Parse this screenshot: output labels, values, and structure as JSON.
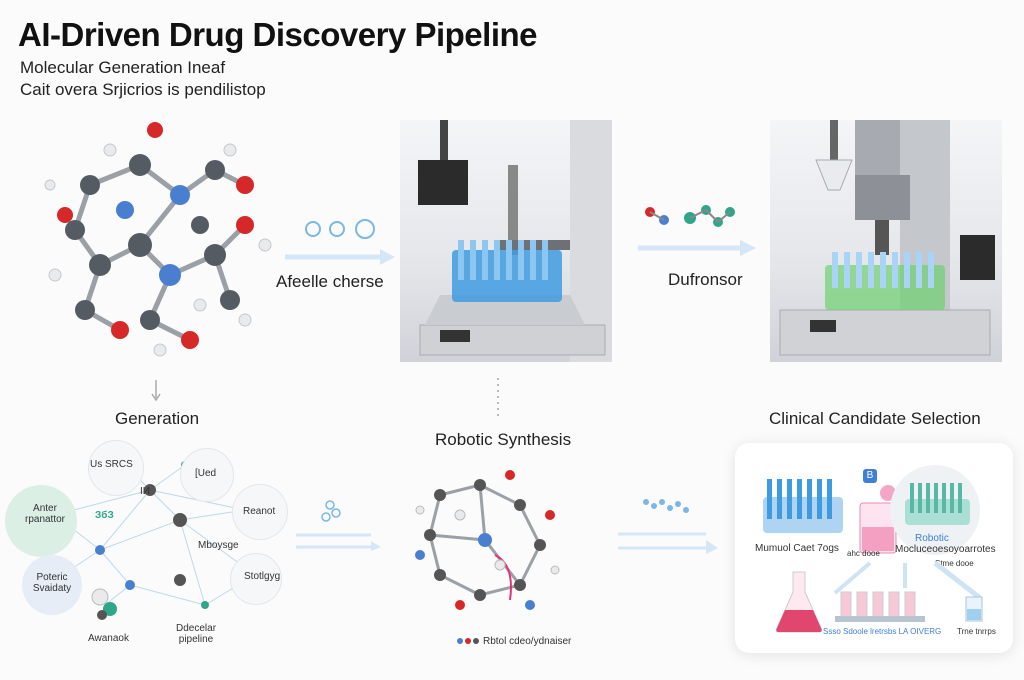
{
  "header": {
    "title": "AI-Driven Drug Discovery Pipeline",
    "subtitle_line1": "Molecular Generation Ineaf",
    "subtitle_line2": "Cait overa Srjicrios is pendilistop"
  },
  "top_row": {
    "arrow1_label": "Afeelle cherse",
    "arrow2_label": "Dufronsor"
  },
  "stages": {
    "generation": "Generation",
    "robotic_synthesis": "Robotic Synthesis",
    "clinical": "Clinical Candidate Selection"
  },
  "network": {
    "node_topleft": "Us SRCS",
    "node_top": "[Ued",
    "node_left": "Anter\nrpanattor",
    "node_right": "Reanot",
    "node_center_label": "Mboysge",
    "node_leftlower": "Poteric\nSvaidaty",
    "node_rightlower": "Stotlgyg",
    "bottom_left": "Awanaok",
    "bottom_right": "Ddecelar\npipeline",
    "mini1": "ЗбЗ",
    "mini2": "IИ"
  },
  "synthesis": {
    "caption": "Rbtol cdeo/ydnaiser"
  },
  "clinical_panel": {
    "label_left": "Mumuol Caet 7ogs",
    "label_mid": "Robotic",
    "label_right": "Mocluceoesoyoarrotes",
    "label_mid_small": "ahc dooe",
    "label_right_small": "Stme dooe",
    "label_bottom": "Ssso Sdoole lretrsbs LA OIVERG",
    "label_bottom_right": "Trne tnrrps",
    "badge": "B"
  },
  "colors": {
    "accent_blue": "#7ab8e8",
    "arrow_light": "#d5e7f6",
    "molecule_red": "#d62828",
    "molecule_blue": "#4a7fd0",
    "molecule_gray": "#555b63",
    "well_blue": "#3f9be0",
    "well_green": "#6fd16f"
  }
}
